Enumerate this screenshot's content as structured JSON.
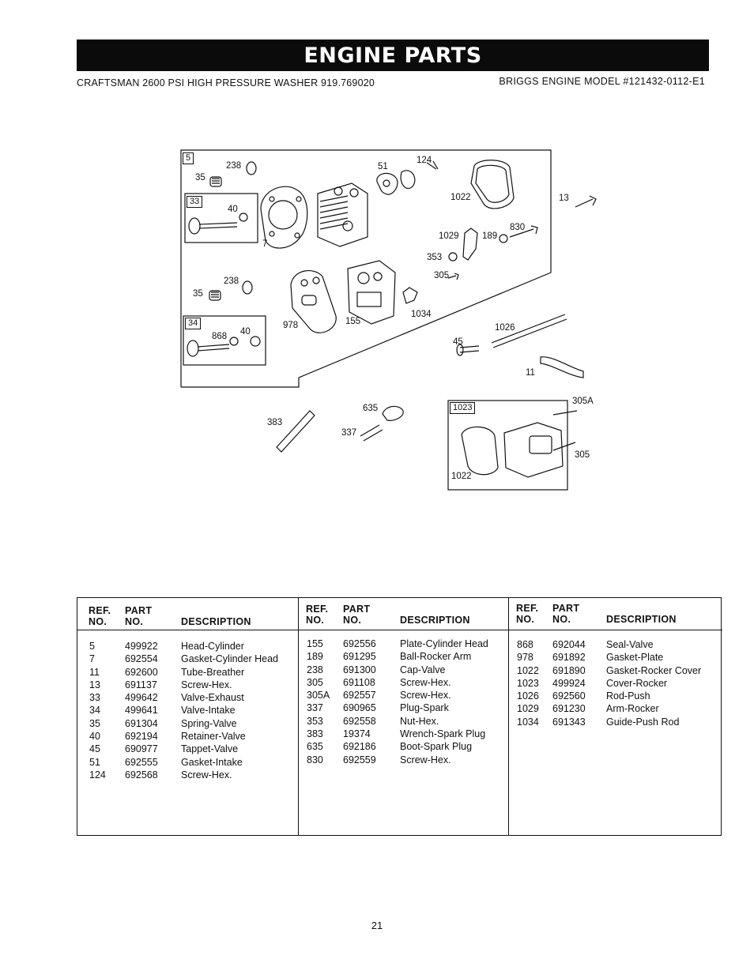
{
  "header": {
    "title": "ENGINE PARTS",
    "subtitle_left": "CRAFTSMAN 2600 PSI HIGH PRESSURE WASHER 919.769020",
    "subtitle_right": "BRIGGS ENGINE MODEL #121432-0112-E1"
  },
  "diagram": {
    "callouts": [
      "5",
      "238",
      "35",
      "33",
      "40",
      "7",
      "51",
      "124",
      "1022",
      "13",
      "830",
      "1029",
      "189",
      "353",
      "305",
      "238",
      "35",
      "34",
      "868",
      "40",
      "978",
      "155",
      "1034",
      "1026",
      "45",
      "11",
      "635",
      "383",
      "337",
      "1023",
      "305A",
      "305",
      "1022"
    ]
  },
  "table": {
    "columns": [
      {
        "header": {
          "ref": "REF.",
          "no": "NO.",
          "part": "PART",
          "part_no": "NO.",
          "desc": "DESCRIPTION"
        },
        "rows": [
          {
            "ref": "5",
            "part": "499922",
            "desc": "Head-Cylinder"
          },
          {
            "ref": "7",
            "part": "692554",
            "desc": "Gasket-Cylinder Head"
          },
          {
            "ref": "11",
            "part": "692600",
            "desc": "Tube-Breather"
          },
          {
            "ref": "13",
            "part": "691137",
            "desc": "Screw-Hex."
          },
          {
            "ref": "33",
            "part": "499642",
            "desc": "Valve-Exhaust"
          },
          {
            "ref": "34",
            "part": "499641",
            "desc": "Valve-Intake"
          },
          {
            "ref": "35",
            "part": "691304",
            "desc": "Spring-Valve"
          },
          {
            "ref": "40",
            "part": "692194",
            "desc": "Retainer-Valve"
          },
          {
            "ref": "45",
            "part": "690977",
            "desc": "Tappet-Valve"
          },
          {
            "ref": "51",
            "part": "692555",
            "desc": "Gasket-Intake"
          },
          {
            "ref": "124",
            "part": "692568",
            "desc": "Screw-Hex."
          }
        ]
      },
      {
        "header": {
          "ref": "REF.",
          "no": "NO.",
          "part": "PART",
          "part_no": "NO.",
          "desc": "DESCRIPTION"
        },
        "rows": [
          {
            "ref": "155",
            "part": "692556",
            "desc": "Plate-Cylinder Head"
          },
          {
            "ref": "189",
            "part": "691295",
            "desc": "Ball-Rocker Arm"
          },
          {
            "ref": "238",
            "part": "691300",
            "desc": "Cap-Valve"
          },
          {
            "ref": "305",
            "part": "691108",
            "desc": "Screw-Hex."
          },
          {
            "ref": "305A",
            "part": "692557",
            "desc": "Screw-Hex."
          },
          {
            "ref": "337",
            "part": "690965",
            "desc": "Plug-Spark"
          },
          {
            "ref": "353",
            "part": "692558",
            "desc": "Nut-Hex."
          },
          {
            "ref": "383",
            "part": "19374",
            "desc": "Wrench-Spark Plug"
          },
          {
            "ref": "635",
            "part": "692186",
            "desc": "Boot-Spark Plug"
          },
          {
            "ref": "830",
            "part": "692559",
            "desc": "Screw-Hex."
          }
        ]
      },
      {
        "header": {
          "ref": "REF.",
          "no": "NO.",
          "part": "PART",
          "part_no": "NO.",
          "desc": "DESCRIPTION"
        },
        "rows": [
          {
            "ref": "868",
            "part": "692044",
            "desc": "Seal-Valve"
          },
          {
            "ref": "978",
            "part": "691892",
            "desc": "Gasket-Plate"
          },
          {
            "ref": "1022",
            "part": "691890",
            "desc": "Gasket-Rocker Cover"
          },
          {
            "ref": "1023",
            "part": "499924",
            "desc": "Cover-Rocker"
          },
          {
            "ref": "1026",
            "part": "692560",
            "desc": "Rod-Push"
          },
          {
            "ref": "1029",
            "part": "691230",
            "desc": "Arm-Rocker"
          },
          {
            "ref": "1034",
            "part": "691343",
            "desc": "Guide-Push Rod"
          }
        ]
      }
    ]
  },
  "page_number": "21"
}
